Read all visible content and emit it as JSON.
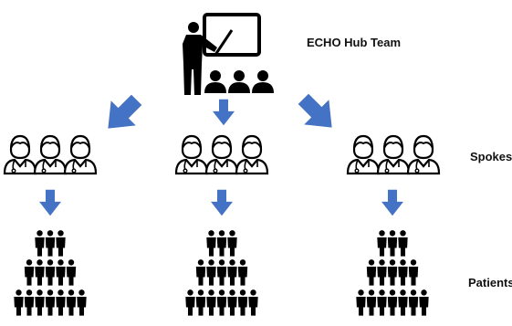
{
  "labels": {
    "hub": "ECHO Hub Team",
    "spokes": "Spokes",
    "patients": "Patients"
  },
  "colors": {
    "arrow": "#4472C4",
    "icon": "#000000"
  },
  "icons": {
    "hub": "teacher-presenting-icon",
    "audience": "audience-icon",
    "clinician": "doctor-icon",
    "patient": "person-icon"
  }
}
